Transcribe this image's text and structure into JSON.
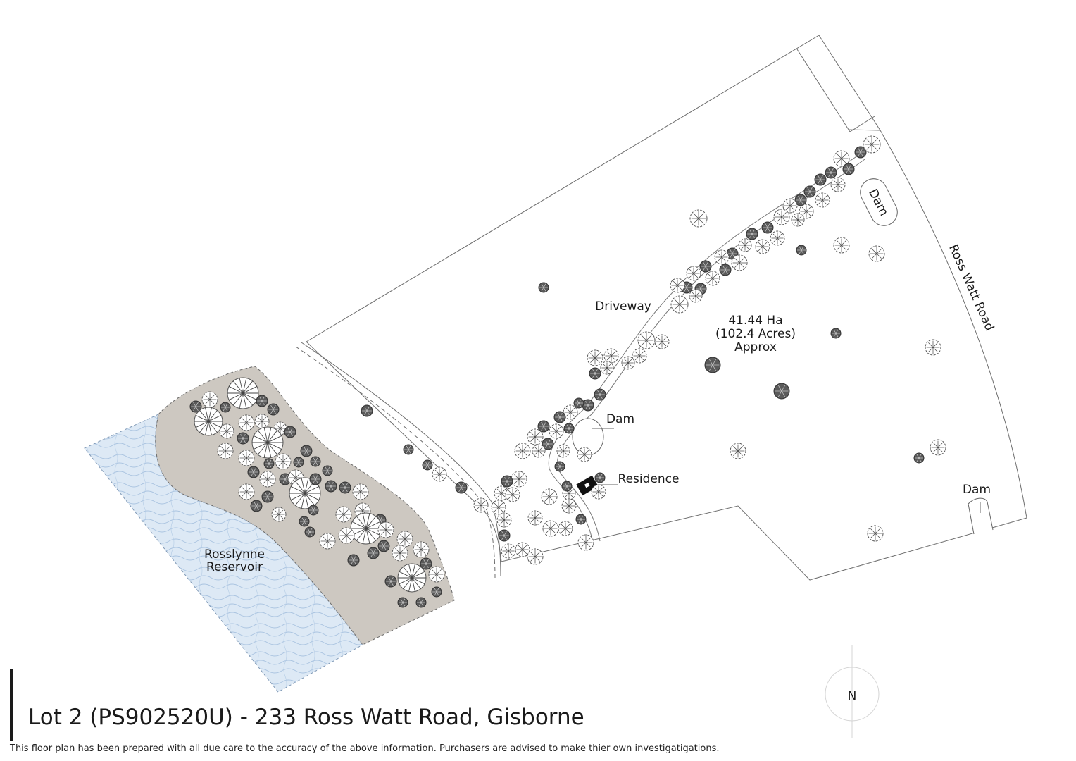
{
  "map": {
    "title": "Lot 2 (PS902520U) - 233 Ross Watt Road, Gisborne",
    "disclaimer": "This floor plan has been prepared with all due care to the accuracy of the above information. Purchasers are advised to make thier own investigatigations.",
    "labels": {
      "driveway": "Driveway",
      "area_ha": "41.44 Ha",
      "area_acres": "(102.4 Acres)",
      "area_approx": "Approx",
      "dam_north": "Dam",
      "dam_centre": "Dam",
      "dam_east": "Dam",
      "residence": "Residence",
      "road": "Ross Watt Road",
      "reservoir_line1": "Rosslynne",
      "reservoir_line2": "Reservoir",
      "north": "N"
    },
    "colors": {
      "boundary": "#6e6e6e",
      "water": "#dde9f5",
      "water_pattern": "#a9c3e0",
      "bank": "#cdc8c1",
      "tree_dark": "#555555",
      "tree_light": "#ffffff",
      "residence": "#111111"
    }
  }
}
